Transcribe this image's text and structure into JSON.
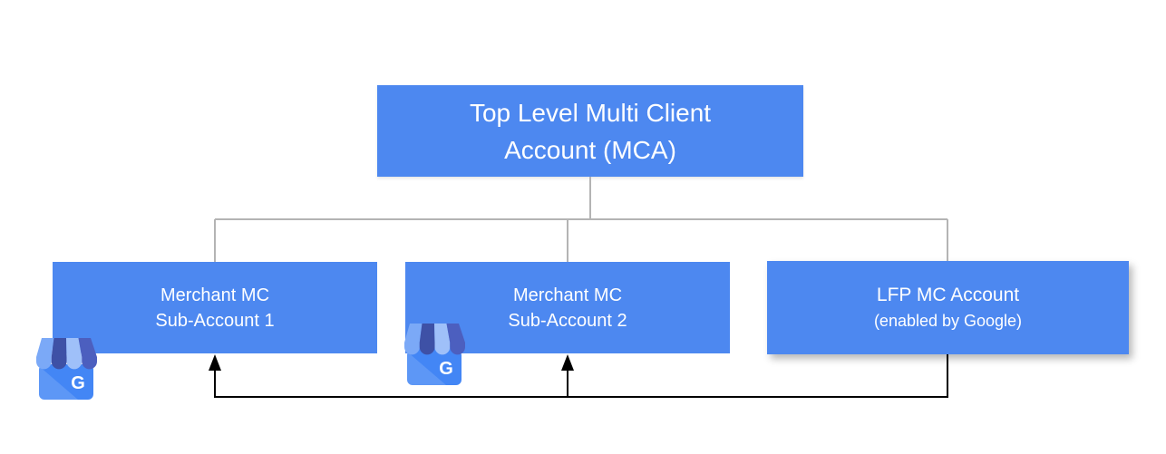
{
  "diagram": {
    "colors": {
      "node_fill": "#4D88F0",
      "node_text": "#FFFFFF",
      "tree_connector": "#B4B4B4",
      "feedback_connector": "#000000",
      "icon_body": "#4386F5",
      "icon_stripe_light": "#7BA9F7",
      "icon_stripe_dark": "#3E51A6",
      "icon_stripe_lighter": "#9FC0F9",
      "icon_stripe_dark2": "#4C5FBF"
    },
    "nodes": {
      "mca": {
        "line1": "Top Level Multi Client",
        "line2": "Account (MCA)"
      },
      "sub1": {
        "line1": "Merchant MC",
        "line2": "Sub-Account 1"
      },
      "sub2": {
        "line1": "Merchant MC",
        "line2": "Sub-Account 2"
      },
      "lfp": {
        "line1": "LFP MC Account",
        "line2": "(enabled by Google)"
      }
    },
    "icons": {
      "business_profile_letter": "G"
    }
  }
}
